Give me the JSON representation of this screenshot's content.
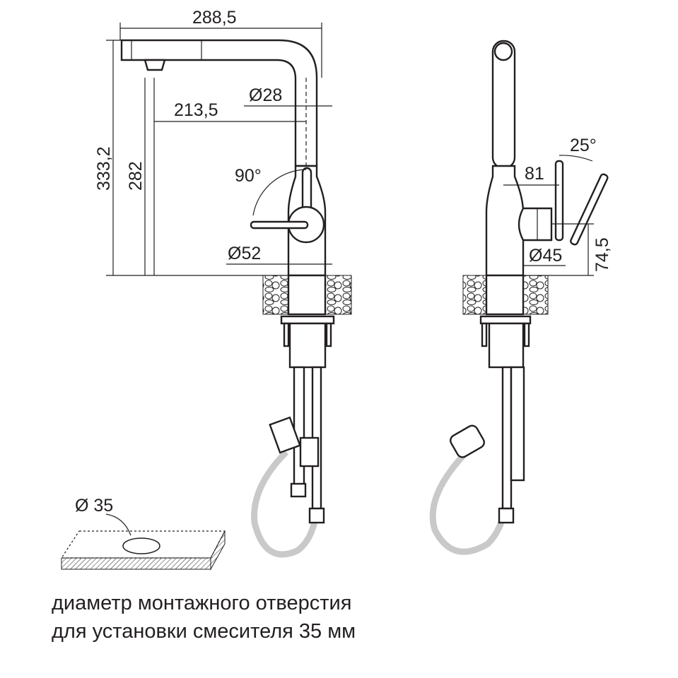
{
  "front_view": {
    "dim_total_reach": "288,5",
    "dim_spout_diameter": "Ø28",
    "dim_aerator_reach": "213,5",
    "dim_total_height": "333,2",
    "dim_spout_height": "282",
    "dim_handle_angle": "90°",
    "dim_body_diameter": "Ø52"
  },
  "side_view": {
    "dim_handle_reach": "81",
    "dim_handle_tilt": "25°",
    "dim_handle_diameter": "Ø45",
    "dim_handle_height": "74,5"
  },
  "hole_detail": {
    "dim_hole": "Ø 35"
  },
  "caption": {
    "line1": "диаметр монтажного отверстия",
    "line2": "для установки смесителя 35 мм"
  },
  "colors": {
    "line": "#231f20",
    "hose": "#c9c9c9"
  }
}
